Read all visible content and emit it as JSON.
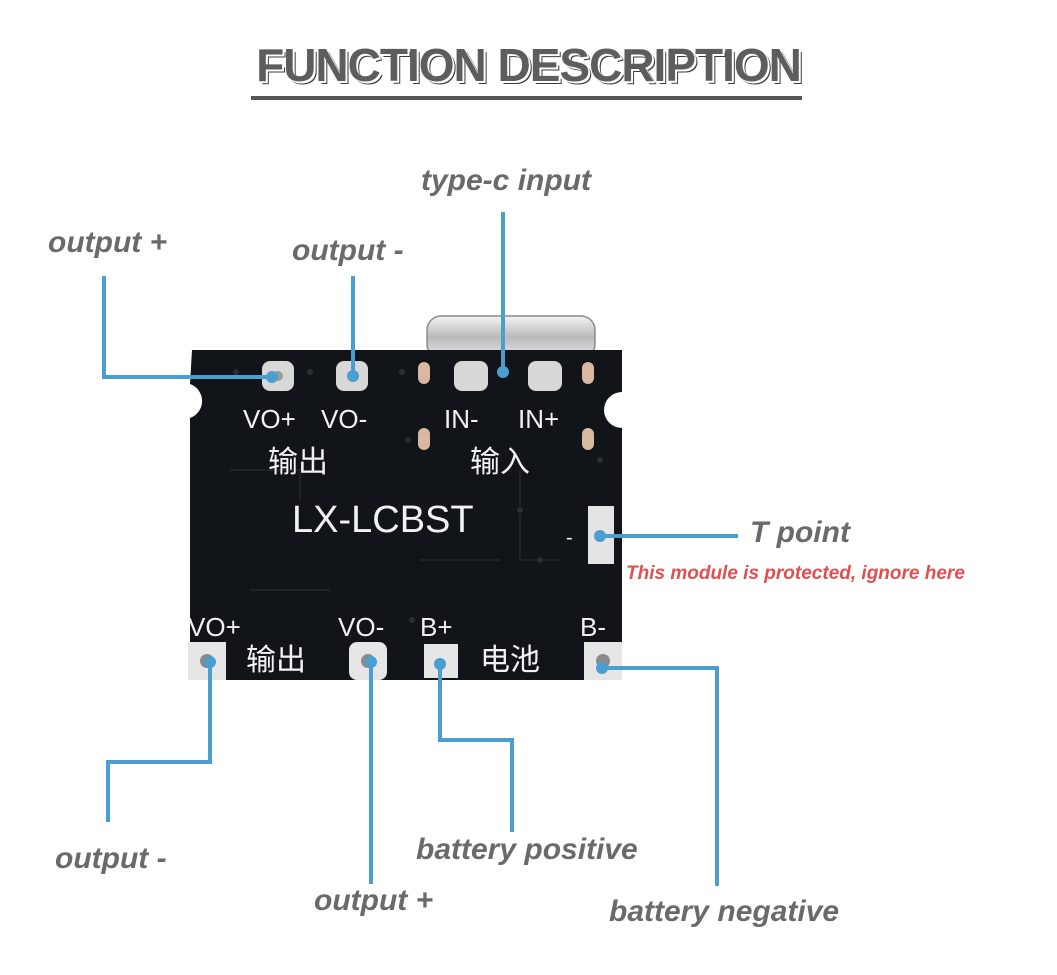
{
  "title": "FUNCTION DESCRIPTION",
  "board": {
    "model": "LX-LCBST",
    "top_pins": [
      "VO+",
      "VO-",
      "IN-",
      "IN+"
    ],
    "top_cn_output": "输出",
    "top_cn_input": "输入",
    "bottom_pins": [
      "VO+",
      "VO-",
      "B+",
      "B-"
    ],
    "bottom_cn_output": "输出",
    "bottom_cn_battery": "电池",
    "t_mark": "-"
  },
  "callouts": {
    "top_output_plus": "output +",
    "top_output_minus": "output -",
    "type_c_input": "type-c input",
    "t_point": "T point",
    "t_point_note": "This module is protected, ignore here",
    "bottom_output_minus": "output -",
    "bottom_output_plus": "output +",
    "battery_positive": "battery positive",
    "battery_negative": "battery negative"
  },
  "colors": {
    "leader_line": "#4a9ed0",
    "pcb": "#111418",
    "pad": "#d8d8d8",
    "label": "#6a6a6a",
    "note": "#e05050"
  }
}
